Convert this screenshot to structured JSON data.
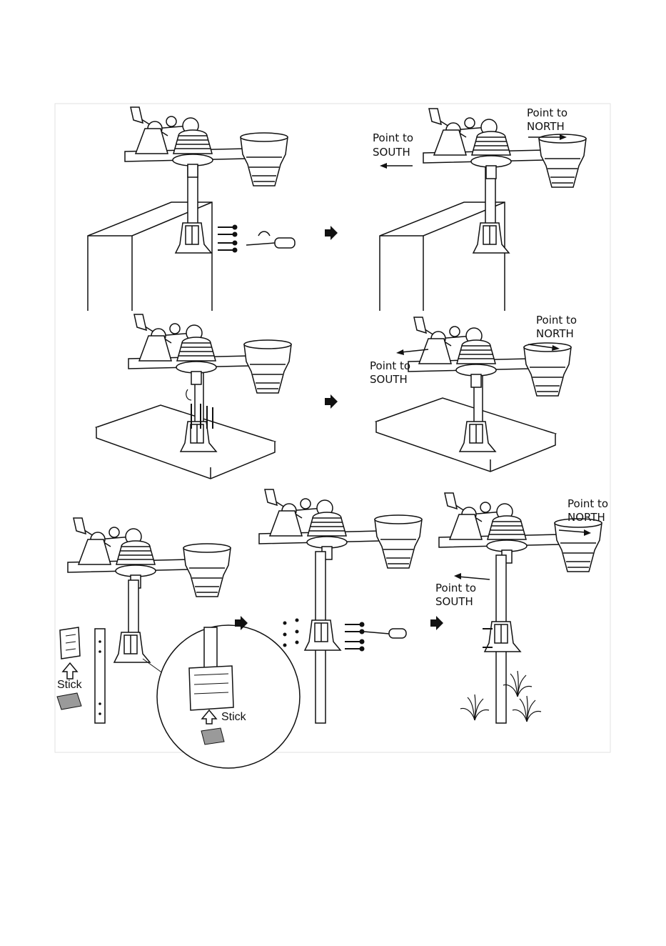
{
  "panels": {
    "wall_mount": {
      "step1": {},
      "step2": {
        "south_line1": "Point to",
        "south_line2": "SOUTH",
        "north_line1": "Point to",
        "north_line2": "NORTH"
      }
    },
    "surface_mount": {
      "step1": {},
      "step2": {
        "south_line1": "Point to",
        "south_line2": "SOUTH",
        "north_line1": "Point to",
        "north_line2": "NORTH"
      }
    },
    "pole_mount": {
      "step1": {
        "stick_left": "Stick",
        "stick_zoom": "Stick"
      },
      "step2": {},
      "step3": {
        "south_line1": "Point to",
        "south_line2": "SOUTH",
        "north_line1": "Point to",
        "north_line2": "NORTH"
      }
    }
  },
  "icons": [
    "weather-sensor-icon",
    "screw-icon",
    "screwdriver-icon",
    "arrow-right-icon",
    "up-arrow-icon",
    "grass-icon"
  ]
}
